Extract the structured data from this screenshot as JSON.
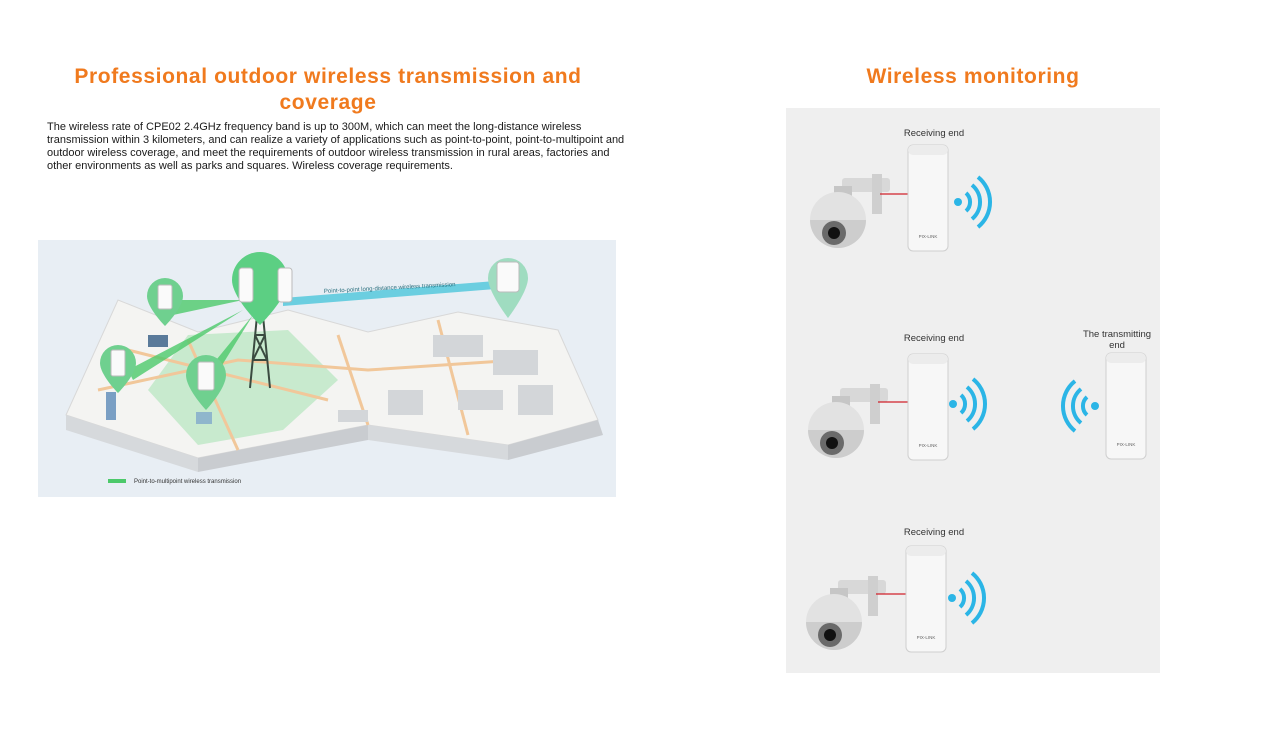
{
  "left": {
    "title": "Professional outdoor wireless transmission and coverage",
    "description": "The wireless rate of CPE02 2.4GHz frequency band is up to 300M, which can meet the long-distance wireless transmission within 3 kilometers, and can realize a variety of applications such as point-to-point, point-to-multipoint and outdoor wireless coverage, and meet the requirements of outdoor wireless transmission in rural areas, factories and other environments as well as parks and squares. Wireless coverage requirements."
  },
  "map": {
    "p2p_label": "Point-to-point long-distance wireless transmission",
    "p2mp_legend": "Point-to-multipoint wireless transmission",
    "colors": {
      "green": "#4cc96a",
      "cyan": "#55c8dc",
      "map_bg": "#e8eef4"
    }
  },
  "monitoring": {
    "title": "Wireless monitoring",
    "receiving_label": "Receiving end",
    "transmitting_label_line1": "The transmitting",
    "transmitting_label_line2": "end",
    "device_brand": "PIX-LINK",
    "colors": {
      "wifi": "#2bb5e6",
      "link": "#d0202a",
      "panel_bg": "#efefef"
    }
  }
}
